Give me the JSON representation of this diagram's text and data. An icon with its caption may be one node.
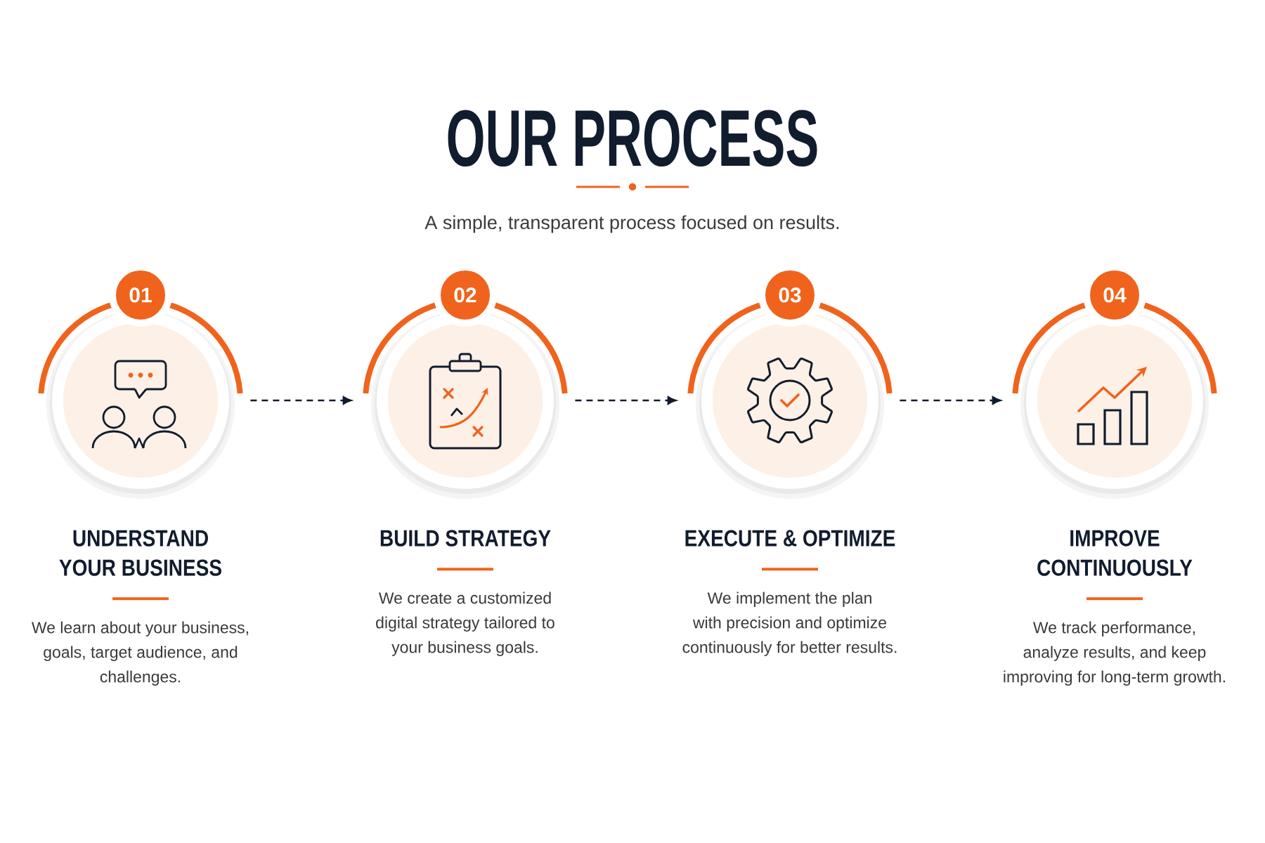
{
  "diagram": {
    "title": "OUR PROCESS",
    "nodes": [
      {
        "text": [
          "01",
          "UNDERSTAND YOUR BUSINESS",
          "We learn about your business, goals, target audience, and challenges."
        ]
      },
      {
        "text": [
          "02",
          "BUILD STRATEGY",
          "We create a customized digital strategy tailored to your business goals."
        ]
      },
      {
        "text": [
          "03",
          "EXECUTE & OPTIMIZE",
          "We implement the plan with precision and optimize continuously for better results."
        ]
      },
      {
        "text": [
          "04",
          "IMPROVE CONTINUOUSLY",
          "We track performance, analyze results, and keep improving for long-term growth."
        ]
      }
    ],
    "edges": [
      {
        "from": 0,
        "to": 1,
        "arrow": "to",
        "style": "dashed"
      },
      {
        "from": 1,
        "to": 2,
        "arrow": "to",
        "style": "dashed"
      },
      {
        "from": 2,
        "to": 3,
        "arrow": "to",
        "style": "dashed"
      }
    ],
    "labels": [
      "A simple, transparent process focused on results."
    ]
  }
}
